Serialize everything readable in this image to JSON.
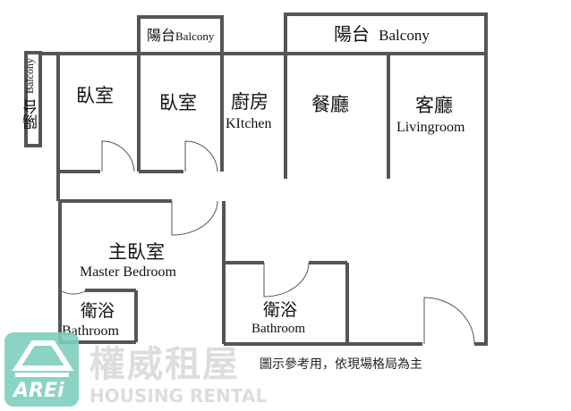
{
  "rooms": {
    "balcony_left": {
      "zh": "陽台",
      "en": "Balcony"
    },
    "balcony_mid": {
      "zh": "陽台",
      "en": "Balcony"
    },
    "balcony_right": {
      "zh": "陽台",
      "en": "Balcony"
    },
    "bedroom1": {
      "zh": "臥室"
    },
    "bedroom2": {
      "zh": "臥室"
    },
    "kitchen": {
      "zh": "廚房",
      "en": "KItchen"
    },
    "dining": {
      "zh": "餐廳"
    },
    "living": {
      "zh": "客廳",
      "en": "Livingroom"
    },
    "master": {
      "zh": "主臥室",
      "en": "Master Bedroom"
    },
    "bath1": {
      "zh": "衛浴",
      "en": "Bathroom"
    },
    "bath2": {
      "zh": "衛浴",
      "en": "Bathroom"
    }
  },
  "note": "圖示參考用，依現場格局為主",
  "watermark": {
    "zh": "權威租屋",
    "en": "HOUSING RENTAL",
    "logo": "AREi",
    "color": "#7fcfbf"
  },
  "colors": {
    "wall": "#555555"
  }
}
